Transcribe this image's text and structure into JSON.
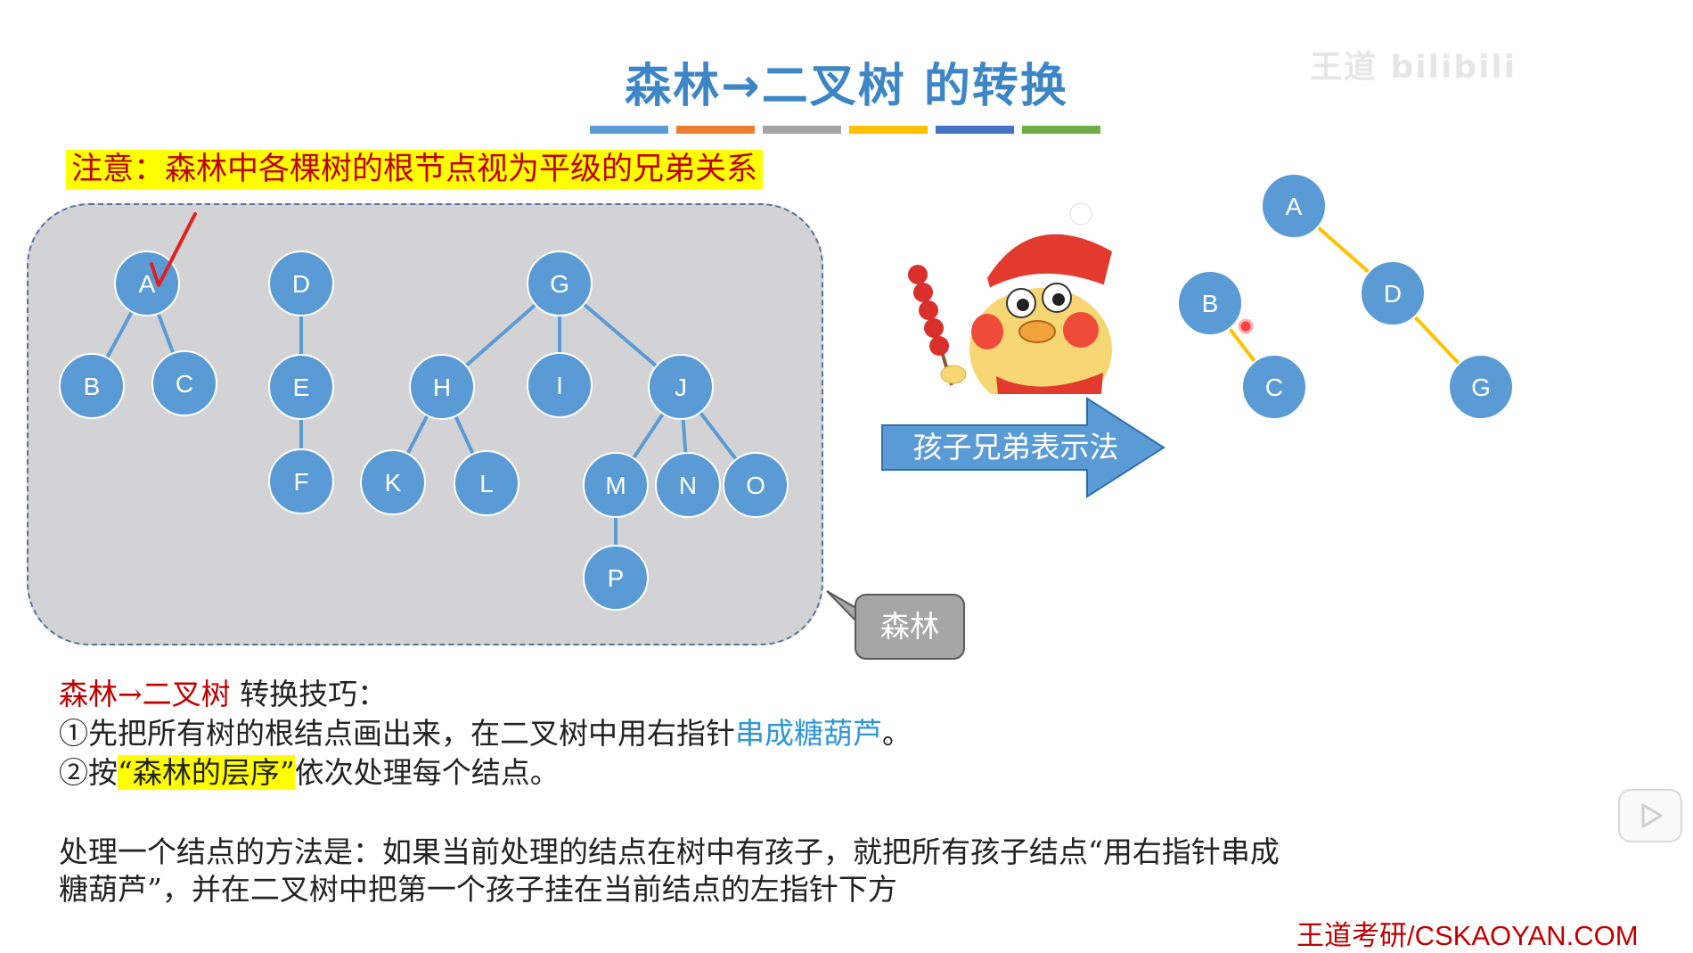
{
  "title": "森林→二叉树 的转换",
  "watermark": "王道 bilibili",
  "title_bar_colors": [
    "#5b9bd5",
    "#ed7d31",
    "#a5a5a5",
    "#ffc000",
    "#4472c4",
    "#70ad47"
  ],
  "note": "注意：森林中各棵树的根节点视为平级的兄弟关系",
  "forest": {
    "nodes": [
      "A",
      "B",
      "C",
      "D",
      "E",
      "F",
      "G",
      "H",
      "I",
      "J",
      "K",
      "L",
      "M",
      "N",
      "O",
      "P"
    ],
    "edges": [
      [
        "A",
        "B"
      ],
      [
        "A",
        "C"
      ],
      [
        "D",
        "E"
      ],
      [
        "E",
        "F"
      ],
      [
        "G",
        "H"
      ],
      [
        "G",
        "I"
      ],
      [
        "G",
        "J"
      ],
      [
        "H",
        "K"
      ],
      [
        "H",
        "L"
      ],
      [
        "J",
        "M"
      ],
      [
        "J",
        "N"
      ],
      [
        "J",
        "O"
      ],
      [
        "M",
        "P"
      ]
    ]
  },
  "arrow_label": "孩子兄弟表示法",
  "callout_label": "森林",
  "binary_tree": {
    "nodes": [
      "A",
      "B",
      "C",
      "D",
      "G"
    ],
    "edges": [
      [
        "A",
        "D"
      ],
      [
        "B",
        "C"
      ],
      [
        "D",
        "G"
      ]
    ]
  },
  "tips": {
    "heading_red": "森林→二叉树",
    "heading_rest": " 转换技巧：",
    "step1_prefix": "①先把所有树的根结点画出来，在二叉树中用右指针",
    "step1_blue": "串成糖葫芦",
    "step1_suffix": "。",
    "step2_prefix": "②按",
    "step2_highlight": "“森林的层序”",
    "step2_suffix": "依次处理每个结点。"
  },
  "method_paragraph": "处理一个结点的方法是：如果当前处理的结点在树中有孩子，就把所有孩子结点“用右指针串成糖葫芦”，并在二叉树中把第一个孩子挂在当前结点的左指针下方",
  "footer": "王道考研/CSKAOYAN.COM",
  "colors": {
    "title": "#3d86c6",
    "node_fill": "#5b9bd5",
    "binary_edge": "#ffc000",
    "forest_edge": "#5b9bd5",
    "note_text": "#c00000",
    "highlight": "#ffff00",
    "arrow_fill": "#5b9bd5"
  },
  "icons": {
    "play": "play-icon",
    "checkmark": "red-checkmark-icon",
    "mascot": "mascot-bird-icon"
  }
}
